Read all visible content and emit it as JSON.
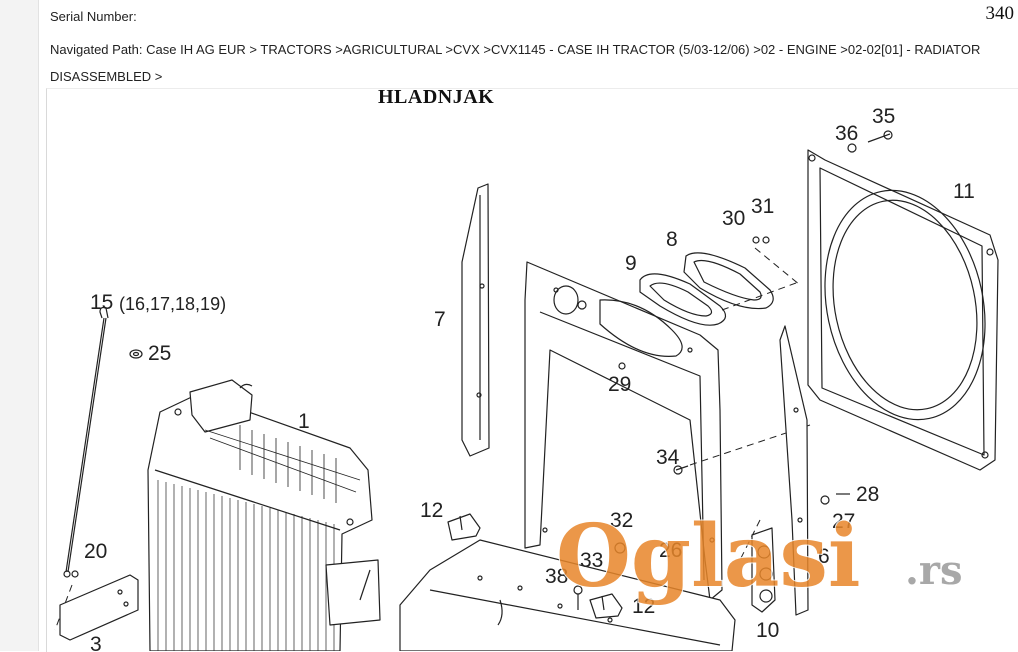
{
  "header": {
    "serial_label": "Serial Number:",
    "page_number": "340",
    "nav_path": "Navigated Path: Case IH AG EUR > TRACTORS >AGRICULTURAL >CVX >CVX1145 - CASE IH TRACTOR (5/03-12/06) >02 - ENGINE >02-02[01] - RADIATOR DISASSEMBLED >"
  },
  "diagram": {
    "title": "HLADNJAK",
    "callouts": [
      {
        "id": "c1",
        "label": "1"
      },
      {
        "id": "c3",
        "label": "3"
      },
      {
        "id": "c6",
        "label": "6"
      },
      {
        "id": "c7",
        "label": "7"
      },
      {
        "id": "c8",
        "label": "8"
      },
      {
        "id": "c9",
        "label": "9"
      },
      {
        "id": "c10",
        "label": "10"
      },
      {
        "id": "c11",
        "label": "11"
      },
      {
        "id": "c12a",
        "label": "12"
      },
      {
        "id": "c12b",
        "label": "12"
      },
      {
        "id": "c15",
        "label": "15"
      },
      {
        "id": "c15sub",
        "label": "(16,17,18,19)"
      },
      {
        "id": "c20",
        "label": "20"
      },
      {
        "id": "c25",
        "label": "25"
      },
      {
        "id": "c26",
        "label": "26"
      },
      {
        "id": "c27",
        "label": "27"
      },
      {
        "id": "c28",
        "label": "28"
      },
      {
        "id": "c29",
        "label": "29"
      },
      {
        "id": "c30",
        "label": "30"
      },
      {
        "id": "c31",
        "label": "31"
      },
      {
        "id": "c32",
        "label": "32"
      },
      {
        "id": "c33",
        "label": "33"
      },
      {
        "id": "c34",
        "label": "34"
      },
      {
        "id": "c35",
        "label": "35"
      },
      {
        "id": "c36",
        "label": "36"
      },
      {
        "id": "c38",
        "label": "38"
      }
    ]
  },
  "watermark": {
    "brand": "Oglasi",
    "suffix": ".rs",
    "color": "#e8862a",
    "suffix_color": "#9a9a9a"
  }
}
